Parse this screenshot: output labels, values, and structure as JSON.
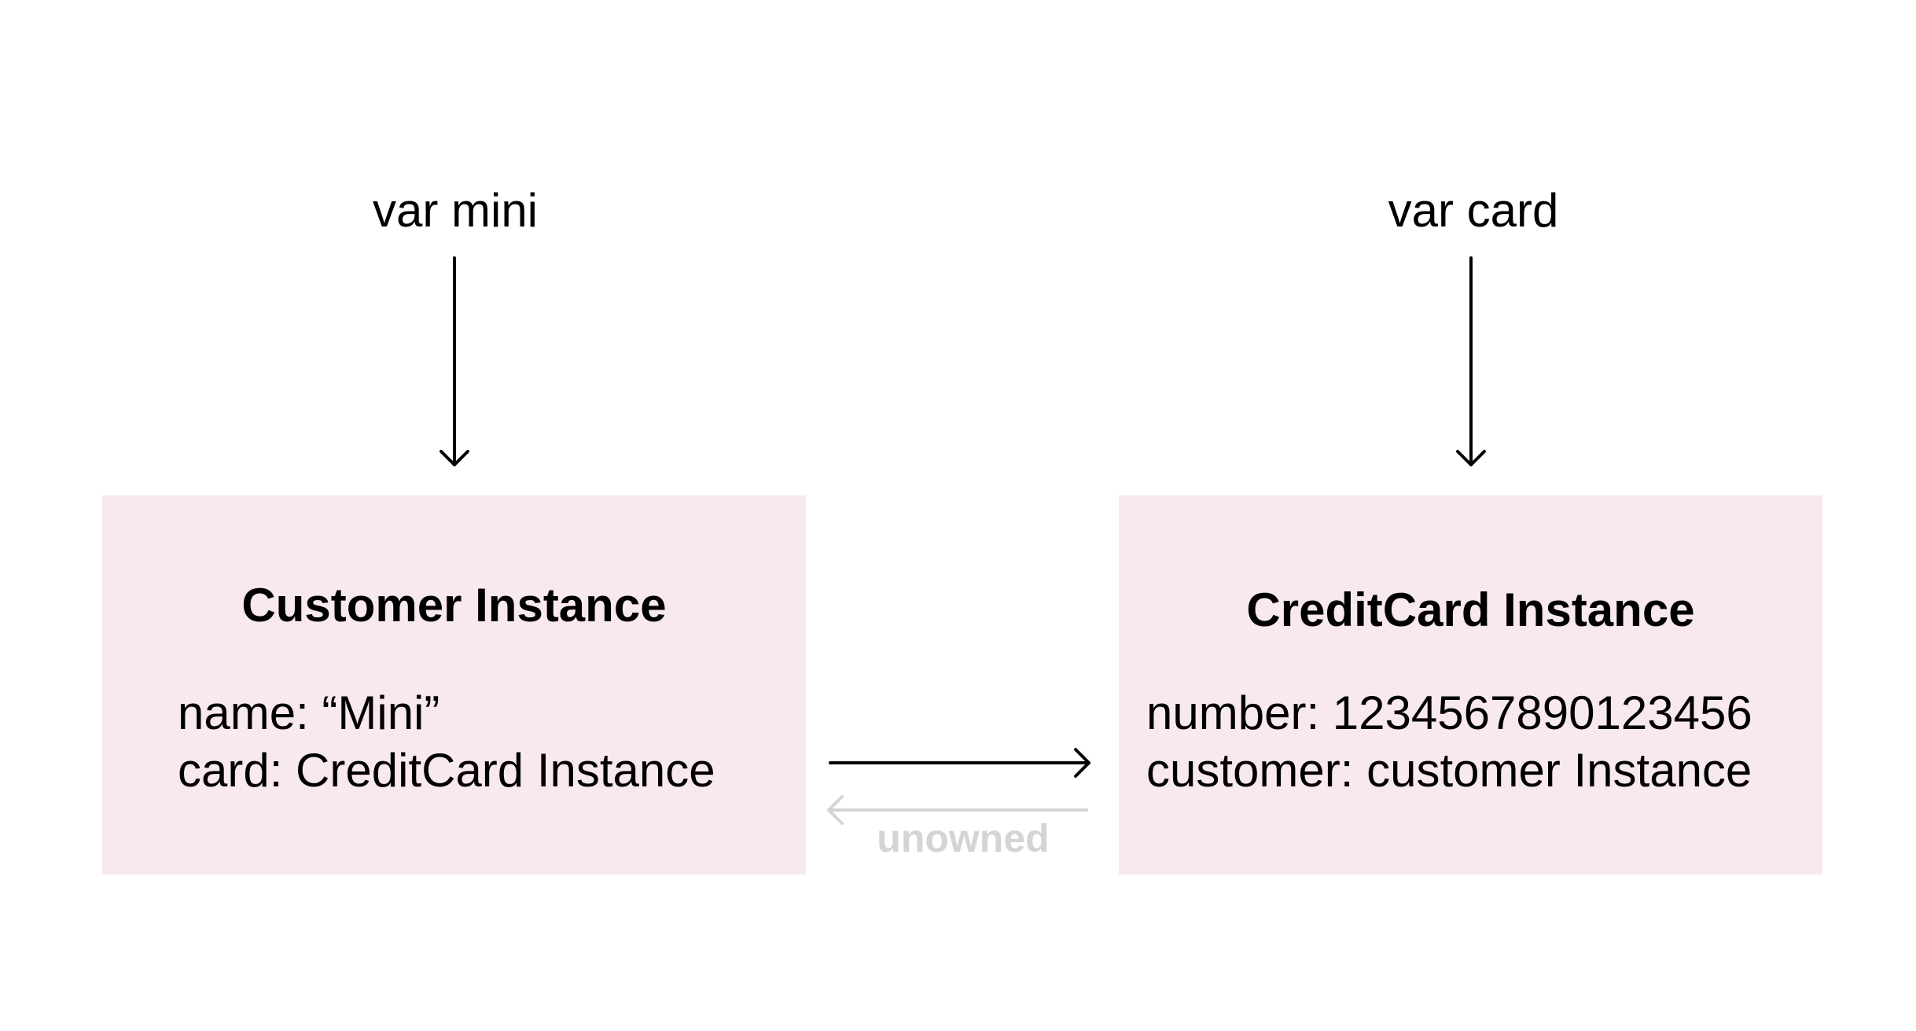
{
  "variables": {
    "mini": "var mini",
    "card": "var card"
  },
  "customer_instance": {
    "title": "Customer Instance",
    "fields": [
      "name: “Mini”",
      "card: CreditCard Instance"
    ]
  },
  "creditcard_instance": {
    "title": "CreditCard Instance",
    "fields": [
      "number: 1234567890123456",
      "customer: customer Instance"
    ]
  },
  "reference_label": "unowned",
  "colors": {
    "box_fill": "#f8e8ef",
    "strong_reference": "#000000",
    "unowned_reference": "#d4d4d4"
  }
}
